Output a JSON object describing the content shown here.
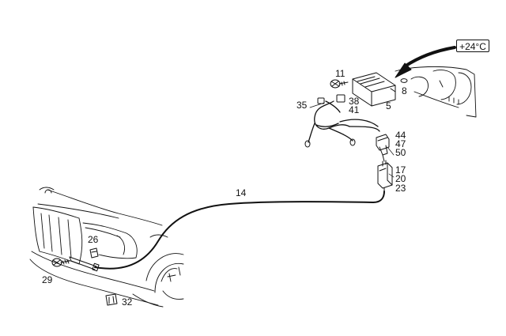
{
  "temperature_badge": "+24°C",
  "callouts": {
    "part_5": "5",
    "part_8": "8",
    "part_11": "11",
    "part_14": "14",
    "part_17": "17",
    "part_20": "20",
    "part_23": "23",
    "part_26": "26",
    "part_29": "29",
    "part_32": "32",
    "part_35": "35",
    "part_38": "38",
    "part_41": "41",
    "part_44": "44",
    "part_47": "47",
    "part_50": "50"
  }
}
